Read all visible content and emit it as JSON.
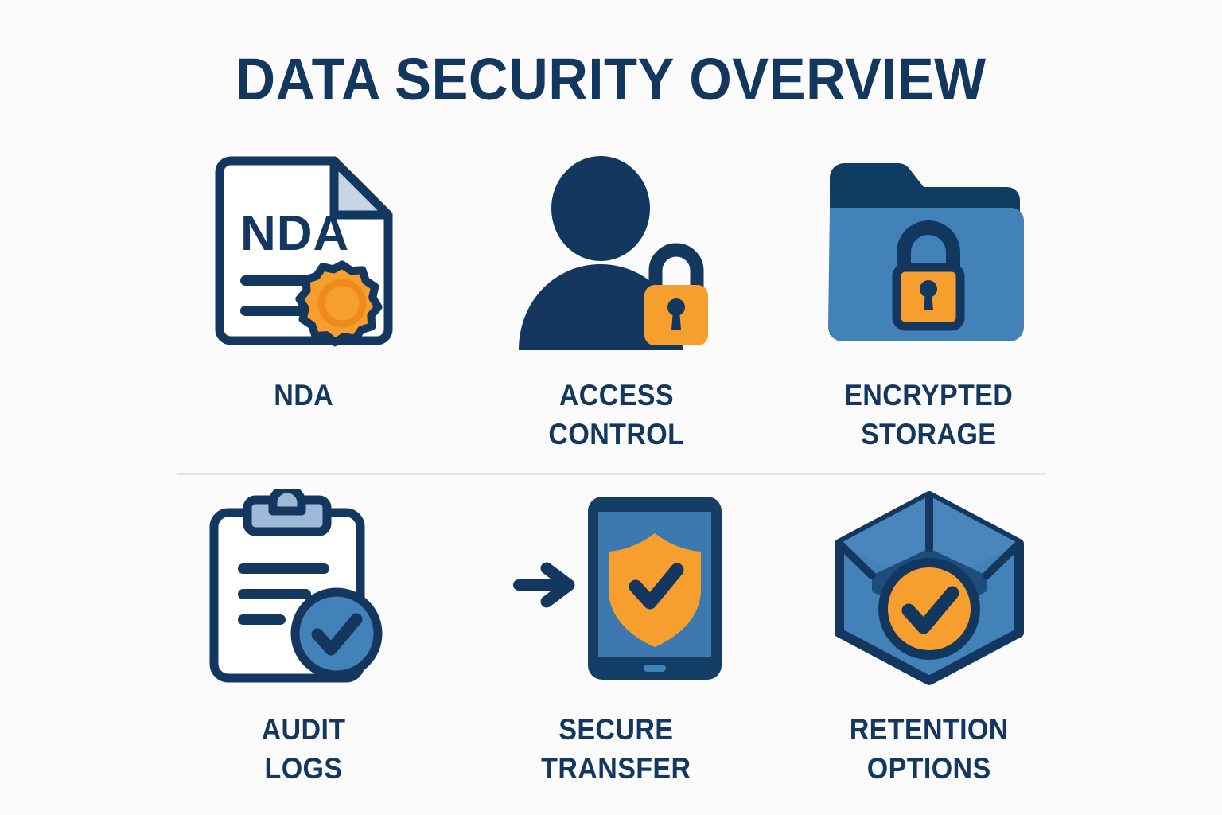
{
  "page": {
    "title": "DATA SECURITY OVERVIEW",
    "background_color": "#fbfbfb",
    "divider_color": "#dde6ec"
  },
  "colors": {
    "navy": "#13375e",
    "navy_dark": "#0f3c63",
    "blue_mid": "#4282b8",
    "blue_light": "#9cb9d8",
    "blue_pale": "#c5d5e4",
    "orange": "#f79f2e",
    "orange_dark": "#ef8b1c",
    "white": "#ffffff"
  },
  "items": [
    {
      "label": "NDA",
      "icon": "nda-document-seal-icon",
      "document_text": "NDA"
    },
    {
      "label": "ACCESS\nCONTROL",
      "icon": "person-padlock-icon"
    },
    {
      "label": "ENCRYPTED\nSTORAGE",
      "icon": "folder-padlock-icon"
    },
    {
      "label": "AUDIT\nLOGS",
      "icon": "clipboard-check-icon"
    },
    {
      "label": "SECURE\nTRANSFER",
      "icon": "tablet-shield-arrow-icon"
    },
    {
      "label": "RETENTION\nOPTIONS",
      "icon": "box-check-icon"
    }
  ]
}
